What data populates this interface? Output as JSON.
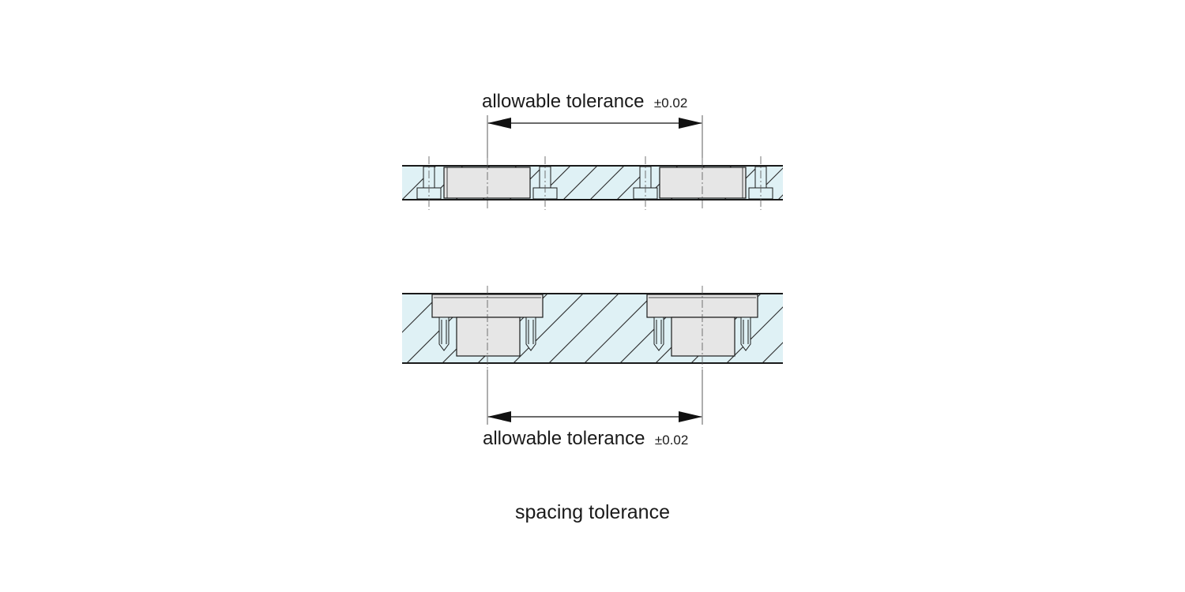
{
  "top_dimension": {
    "label": "allowable tolerance",
    "tolerance": "±0.02"
  },
  "bottom_dimension": {
    "label": "allowable tolerance",
    "tolerance": "±0.02"
  },
  "caption": "spacing tolerance",
  "colors": {
    "section_fill": "#dff1f5",
    "part_fill": "#e6e6e6",
    "outline": "#1a1a1a",
    "hatch": "#2a2a2a",
    "centerline": "#555555"
  }
}
